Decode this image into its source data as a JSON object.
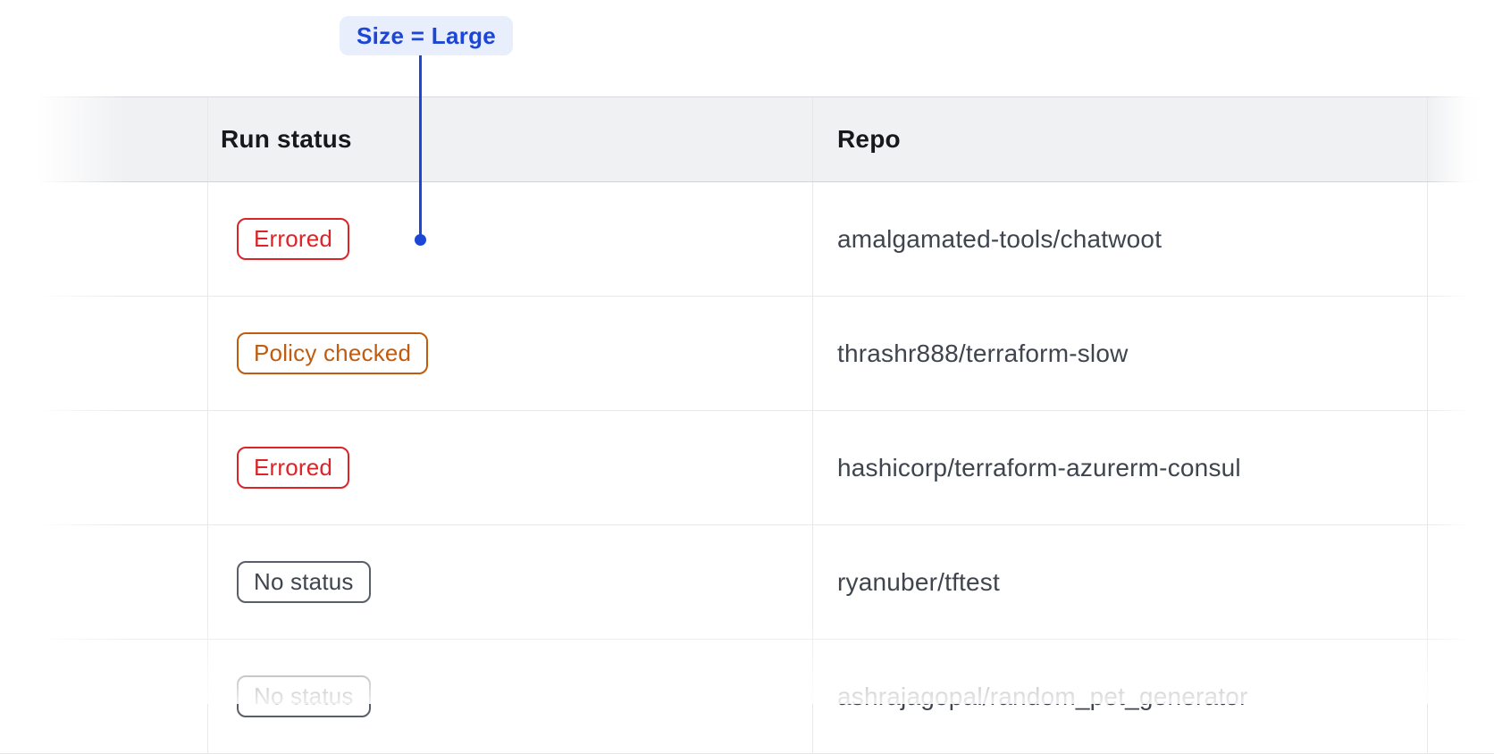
{
  "annotation": {
    "label": "Size = Large"
  },
  "table": {
    "columns": [
      {
        "label": ""
      },
      {
        "label": "Run status"
      },
      {
        "label": "Repo"
      },
      {
        "label": ""
      }
    ],
    "rows": [
      {
        "status": "Errored",
        "variant": "errored",
        "repo": "amalgamated-tools/chatwoot"
      },
      {
        "status": "Policy checked",
        "variant": "policy-checked",
        "repo": "thrashr888/terraform-slow"
      },
      {
        "status": "Errored",
        "variant": "errored",
        "repo": "hashicorp/terraform-azurerm-consul"
      },
      {
        "status": "No status",
        "variant": "no-status",
        "repo": "ryanuber/tftest"
      },
      {
        "status": "No status",
        "variant": "no-status",
        "repo": "ashrajagopal/random_pet_generator"
      }
    ]
  },
  "colors": {
    "accent_blue": "#1c46d6",
    "annotation_bg": "#e8eefb",
    "errored": "#dc2427",
    "policy_checked": "#c15b0e",
    "no_status_text": "#3f444e",
    "no_status_border": "#595e68",
    "header_bg": "#f0f1f3",
    "header_text": "#17181c",
    "repo_text": "#3f444e",
    "grid_line": "#e8e8eb",
    "header_border": "#d9dade"
  }
}
